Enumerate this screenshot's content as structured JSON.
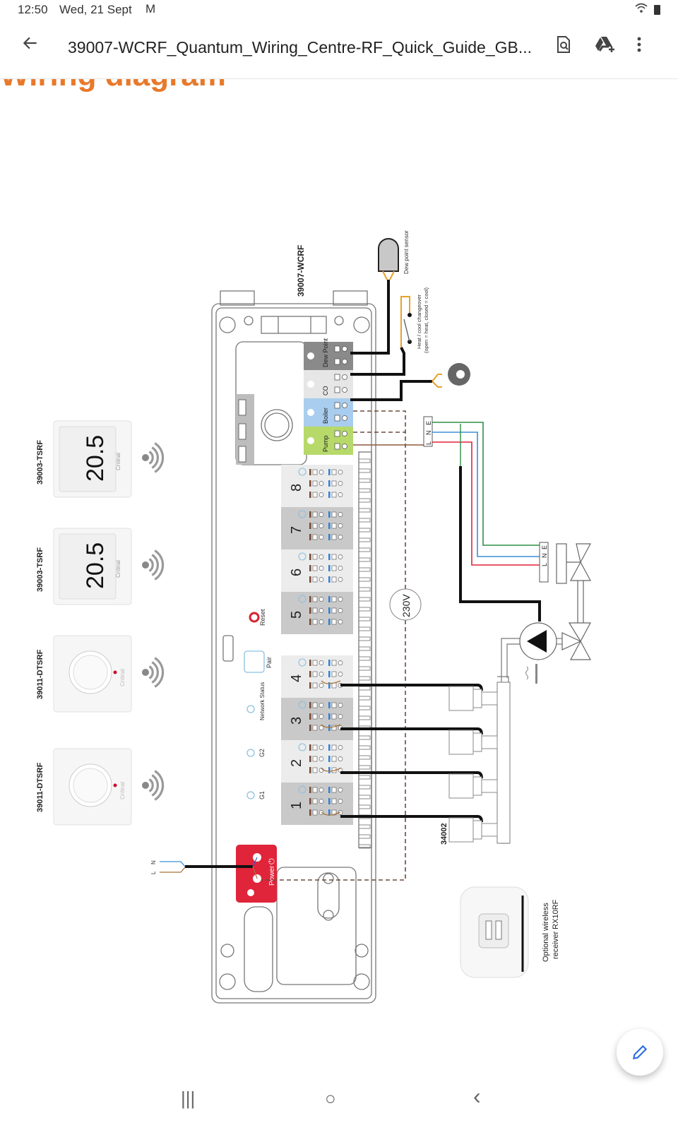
{
  "status_bar": {
    "time": "12:50",
    "date": "Wed, 21 Sept",
    "notification_icon": "gmail-icon",
    "icons": [
      "wifi-icon",
      "battery-icon"
    ]
  },
  "app_bar": {
    "back_icon": "arrow-left-icon",
    "title": "39007-WCRF_Quantum_Wiring_Centre-RF_Quick_Guide_GB...",
    "actions": [
      {
        "name": "search-in-document",
        "icon": "doc-search-icon"
      },
      {
        "name": "add-to-drive",
        "icon": "drive-add-icon"
      },
      {
        "name": "more-options",
        "icon": "more-vert-icon"
      }
    ]
  },
  "document": {
    "section_heading": "Wiring diagram",
    "diagram": {
      "unit_label": "39007-WCRF",
      "aux_terminals": [
        {
          "label": "Dew Point",
          "color": "#8a8a8a"
        },
        {
          "label": "CO",
          "color": "#e6e6e6"
        },
        {
          "label": "Boiler",
          "color": "#a9cdee"
        },
        {
          "label": "Pump",
          "color": "#b6d96a"
        }
      ],
      "terminal_numbers": [
        "1",
        "2"
      ],
      "zones": [
        "8",
        "7",
        "6",
        "5",
        "4",
        "3",
        "2",
        "1"
      ],
      "buttons": [
        "Reset",
        "Pair"
      ],
      "leds": [
        "Network Status",
        "G2",
        "G1"
      ],
      "power_label": "Power",
      "power_terminals": [
        "N",
        "L"
      ],
      "supply_labels": [
        "N",
        "L"
      ],
      "voltage_label": "230V",
      "lne_labels": [
        "L",
        "N",
        "E"
      ],
      "dew_point_sensor": "Dew point sensor",
      "changeover_label": "Heat / cool changeover",
      "changeover_note": "(open = heat, closed = cool)",
      "actuator_model": "34002",
      "receiver_label_1": "Optional wireless",
      "receiver_label_2": "receiver RX10RF",
      "thermostats": [
        {
          "model": "39003-TSRF",
          "display": "20.5",
          "brand": "Cntinal"
        },
        {
          "model": "39003-TSRF",
          "display": "20.5",
          "brand": "Cntinal"
        },
        {
          "model": "39011-DTSRF",
          "brand": "Cntinal"
        },
        {
          "model": "39011-DTSRF",
          "brand": "Cntinal"
        }
      ]
    }
  },
  "fab": {
    "icon": "pencil-icon",
    "label": "Edit"
  },
  "nav_bar": {
    "recents_glyph": "|||",
    "home_glyph": "○",
    "back_glyph": "‹"
  }
}
